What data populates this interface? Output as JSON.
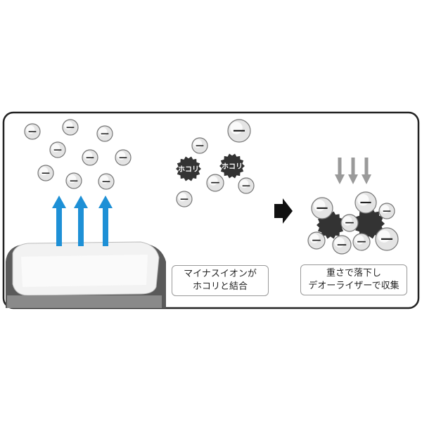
{
  "ion_symbol": "—",
  "dust_label": "ホコリ",
  "captions": {
    "bond": [
      "マイナスイオンが",
      "ホコリと結合"
    ],
    "collect": [
      "重さで落下し",
      "デオーライザーで収集"
    ]
  },
  "colors": {
    "arrow_up": "#1e90d6",
    "arrow_down": "#9a9a9a",
    "dust": "#333333",
    "frame": "#222222"
  }
}
